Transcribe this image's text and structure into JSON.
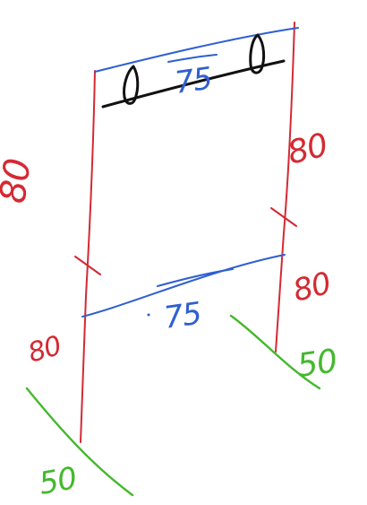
{
  "colors": {
    "red": "#d42a33",
    "blue": "#2f5fd1",
    "green": "#45b82e",
    "black": "#111111"
  },
  "labels": {
    "upper_left_height": "80",
    "upper_right_height": "80",
    "lower_left_height": "80",
    "lower_right_height": "80",
    "top_width": "75",
    "middle_width": "75",
    "left_foot": "50",
    "right_foot": "50"
  }
}
